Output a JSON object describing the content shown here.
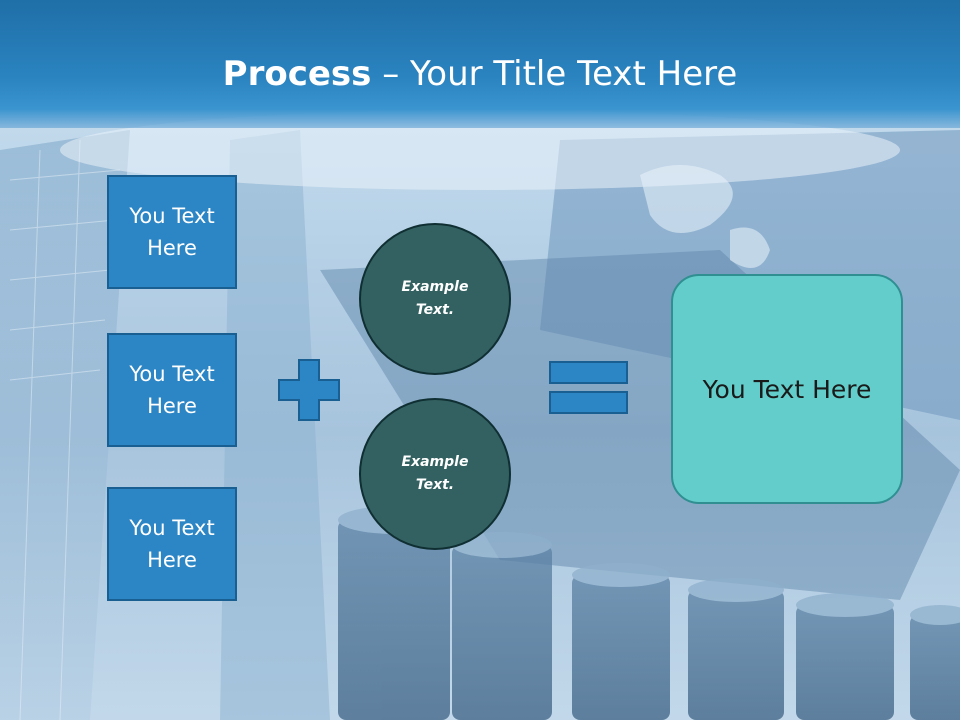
{
  "title": {
    "bold": "Process",
    "dash": " – ",
    "rest": "Your Title Text Here"
  },
  "left_boxes": [
    {
      "label": "You Text\nHere"
    },
    {
      "label": "You Text\nHere"
    },
    {
      "label": "You Text\nHere"
    }
  ],
  "circles": [
    {
      "label": "Example\nText."
    },
    {
      "label": "Example\nText."
    }
  ],
  "result_box": {
    "label": "You Text Here"
  },
  "icons": {
    "plus": "plus-icon",
    "equals": "equals-icon"
  },
  "colors": {
    "title_bar": "#2a83bf",
    "box_fill": "#2c86c6",
    "circle_fill": "#336161",
    "result_fill": "#62cdca"
  }
}
